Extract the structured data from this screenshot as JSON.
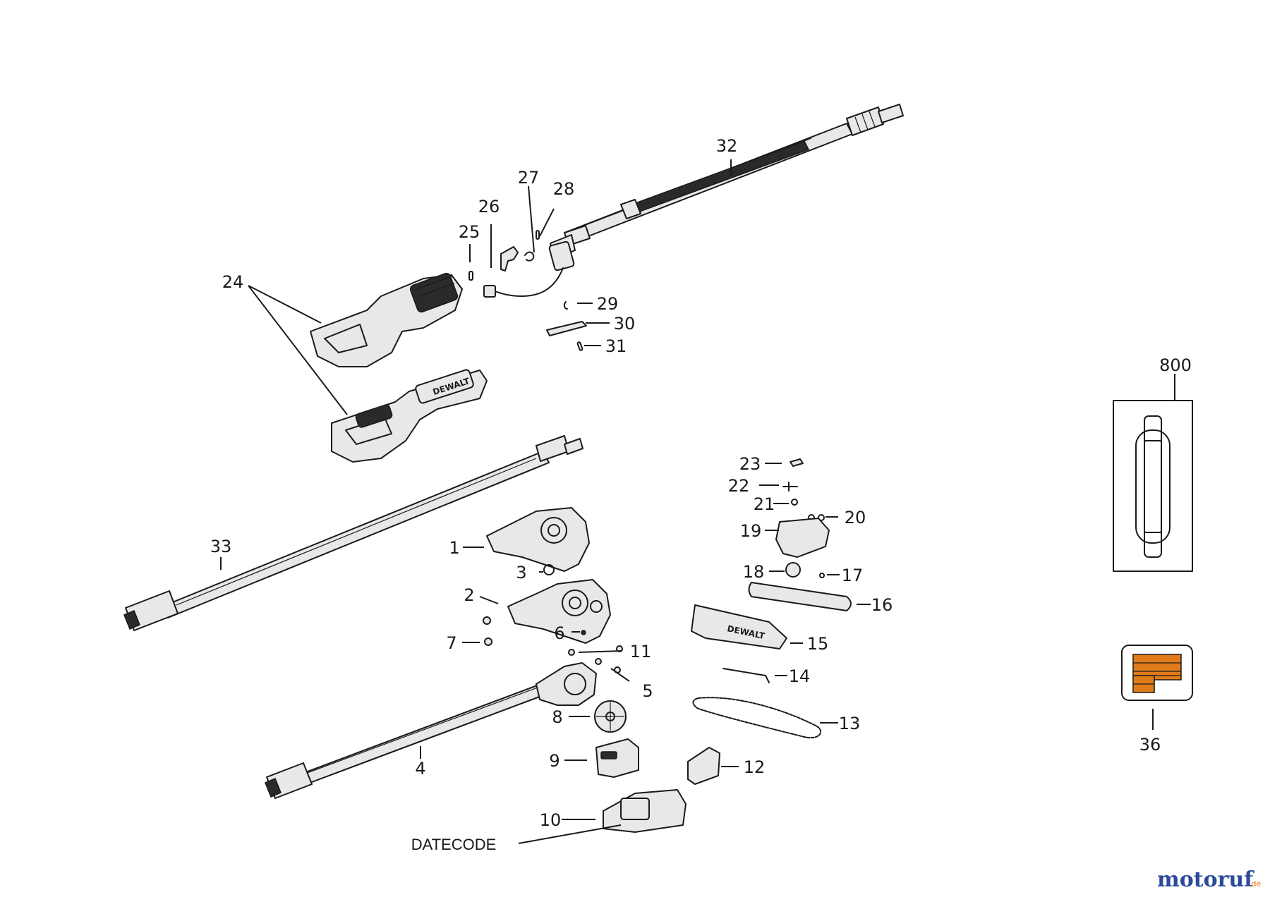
{
  "callouts": {
    "c1": "1",
    "c2": "2",
    "c3": "3",
    "c4": "4",
    "c5": "5",
    "c6": "6",
    "c7": "7",
    "c8": "8",
    "c9": "9",
    "c10": "10",
    "c11": "11",
    "c12": "12",
    "c13": "13",
    "c14": "14",
    "c15": "15",
    "c16": "16",
    "c17": "17",
    "c18": "18",
    "c19": "19",
    "c20": "20",
    "c21": "21",
    "c22": "22",
    "c23": "23",
    "c24": "24",
    "c25": "25",
    "c26": "26",
    "c27": "27",
    "c28": "28",
    "c29": "29",
    "c30": "30",
    "c31": "31",
    "c32": "32",
    "c33": "33",
    "c36": "36",
    "c800": "800"
  },
  "datecode_label": "DATECODE",
  "brand_marks": {
    "handle": "DEWALT",
    "bar_cover": "DEWALT"
  },
  "watermark": {
    "name": "motoruf",
    "suffix": ".de"
  },
  "colors": {
    "line": "#1a1a1a",
    "battery_stripe": "#e07b1a",
    "watermark_blue": "#2b4a9b",
    "watermark_orange": "#e8711c"
  }
}
